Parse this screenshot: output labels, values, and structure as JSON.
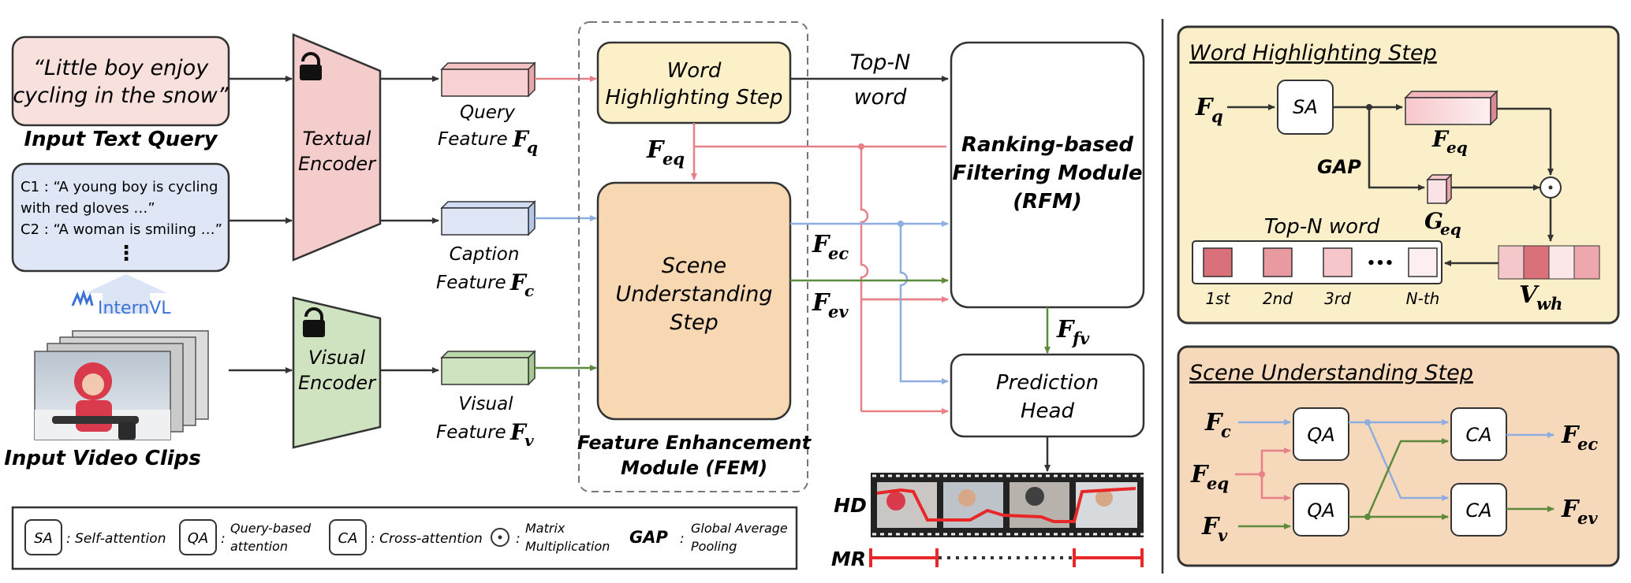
{
  "input": {
    "query_text_l1": "“Little boy enjoy",
    "query_text_l2": "cycling in the snow”",
    "query_title": "Input Text Query",
    "caption_l1": "C1 : “A young boy is cycling",
    "caption_l2": "with red gloves …”",
    "caption_l3": "C2 : “A woman is smiling …”",
    "caption_dots": "⋮",
    "internvl": "InternVL",
    "video_title": "Input Video Clips"
  },
  "encoders": {
    "textual_l1": "Textual",
    "textual_l2": "Encoder",
    "visual_l1": "Visual",
    "visual_l2": "Encoder"
  },
  "features": {
    "query_l1": "Query",
    "query_l2": "Feature",
    "query_sym": "F",
    "query_sub": "q",
    "caption_l1": "Caption",
    "caption_l2": "Feature",
    "caption_sym": "F",
    "caption_sub": "c",
    "visual_l1": "Visual",
    "visual_l2": "Feature",
    "visual_sym": "F",
    "visual_sub": "v"
  },
  "fem": {
    "whs_l1": "Word",
    "whs_l2": "Highlighting Step",
    "feq_sym": "F",
    "feq_sub": "eq",
    "sus_l1": "Scene",
    "sus_l2": "Understanding",
    "sus_l3": "Step",
    "title_l1": "Feature Enhancement",
    "title_l2": "Module (FEM)",
    "fec_sym": "F",
    "fec_sub": "ec",
    "fev_sym": "F",
    "fev_sub": "ev"
  },
  "rfm": {
    "topn_l1": "Top-N",
    "topn_l2": "word",
    "l1": "Ranking-based",
    "l2": "Filtering Module",
    "l3": "(RFM)",
    "ffv_sym": "F",
    "ffv_sub": "fv"
  },
  "head": {
    "l1": "Prediction",
    "l2": "Head",
    "hd": "HD",
    "mr": "MR"
  },
  "legend": {
    "sa": "SA",
    "sa_desc": ": Self-attention",
    "qa": "QA",
    "qa_desc_l1": "Query-based",
    "qa_desc_l2": "attention",
    "ca": "CA",
    "ca_desc": ": Cross-attention",
    "dot": "·",
    "dot_desc_l1": "Matrix",
    "dot_desc_l2": "Multiplication",
    "gap": "GAP",
    "gap_desc_l1": "Global Average",
    "gap_desc_l2": "Pooling"
  },
  "whs_panel": {
    "title": "Word Highlighting Step",
    "fq_sym": "F",
    "fq_sub": "q",
    "sa": "SA",
    "feq_sym": "F",
    "feq_sub": "eq",
    "gap": "GAP",
    "geq_sym": "G",
    "geq_sub": "eq",
    "topn": "Top-N word",
    "ranks": [
      "1st",
      "2nd",
      "3rd",
      "N-th"
    ],
    "dots": "•••",
    "vwh_sym": "V",
    "vwh_sub": "wh"
  },
  "sus_panel": {
    "title": "Scene Understanding Step",
    "fc_sym": "F",
    "fc_sub": "c",
    "feq_sym": "F",
    "feq_sub": "eq",
    "fv_sym": "F",
    "fv_sub": "v",
    "qa": "QA",
    "ca": "CA",
    "fec_sym": "F",
    "fec_sub": "ec",
    "fev_sym": "F",
    "fev_sub": "ev"
  },
  "colors": {
    "pink": "#e8808a",
    "blue": "#8faee0",
    "green": "#5d8a3c",
    "salmon_fill": "#f8e0dd",
    "blue_fill": "#dfe7f6",
    "green_fill": "#cfe3c1",
    "yellow_fill": "#fcf0c8",
    "orange_fill": "#f8d7b3",
    "panel1_fill": "#fbefc9",
    "panel2_fill": "#f6d8bb"
  }
}
